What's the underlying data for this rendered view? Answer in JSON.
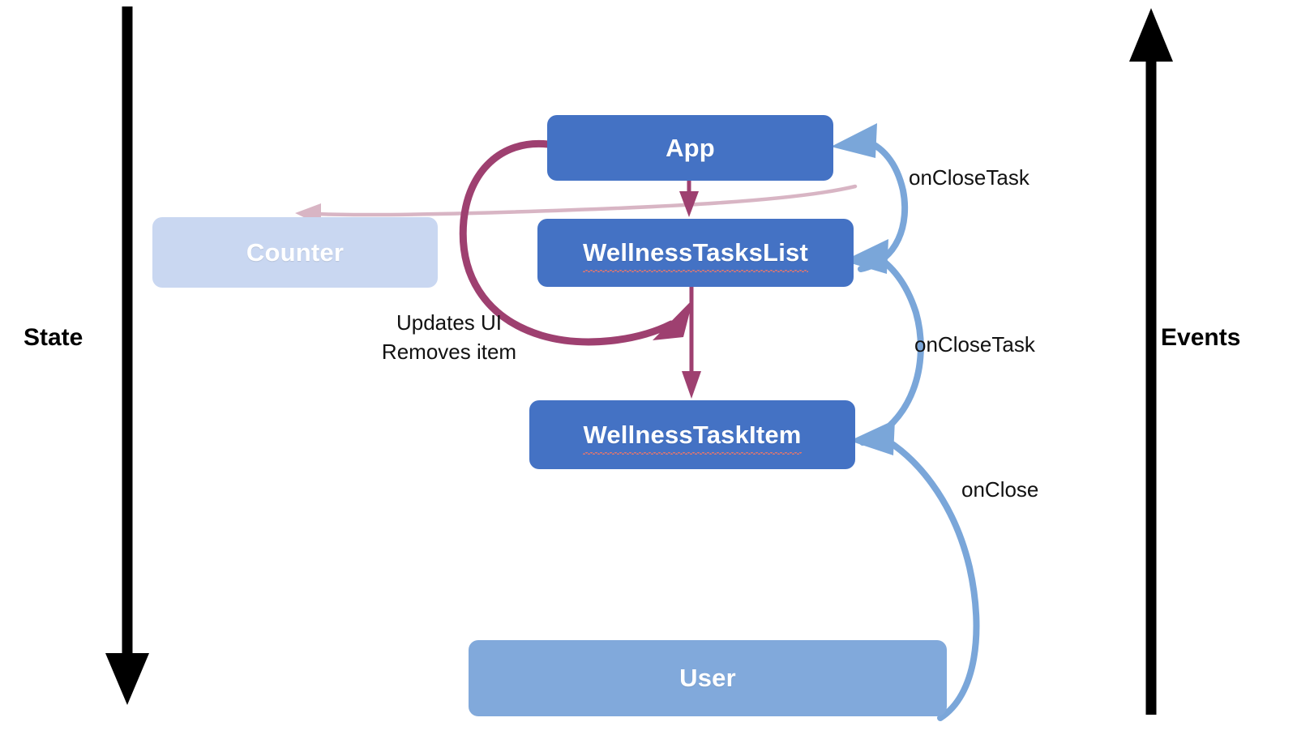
{
  "diagram": {
    "title_semantics": "React unidirectional data flow: state flows down, events flow up",
    "axes": {
      "left": {
        "label": "State",
        "direction": "down",
        "color": "#000000"
      },
      "right": {
        "label": "Events",
        "direction": "up",
        "color": "#000000"
      }
    },
    "nodes": [
      {
        "id": "app",
        "label": "App",
        "fill": "#4472C4",
        "text_color": "#ffffff",
        "spellcheck_underline": false
      },
      {
        "id": "list",
        "label": "WellnessTasksList",
        "fill": "#4472C4",
        "text_color": "#ffffff",
        "spellcheck_underline": true
      },
      {
        "id": "item",
        "label": "WellnessTaskItem",
        "fill": "#4472C4",
        "text_color": "#ffffff",
        "spellcheck_underline": true
      },
      {
        "id": "counter",
        "label": "Counter",
        "fill": "#C9D7F1",
        "text_color": "#ffffff",
        "spellcheck_underline": false
      },
      {
        "id": "user",
        "label": "User",
        "fill": "#81A9DB",
        "text_color": "#ffffff",
        "spellcheck_underline": false
      }
    ],
    "edges": [
      {
        "id": "app-to-list",
        "from": "app",
        "to": "list",
        "label": "",
        "color": "#9E4070",
        "style": "straight-down"
      },
      {
        "id": "list-to-item",
        "from": "list",
        "to": "item",
        "label": "",
        "color": "#9E4070",
        "style": "straight-down"
      },
      {
        "id": "app-to-counter",
        "from": "app",
        "to": "counter",
        "label": "",
        "color": "#D8B5C4",
        "style": "faded-left"
      },
      {
        "id": "app-updates-list",
        "from": "app",
        "to": "list",
        "label": "Updates UI\nRemoves item",
        "color": "#9E4070",
        "style": "loop-left"
      },
      {
        "id": "list-to-app",
        "from": "list",
        "to": "app",
        "label": "onCloseTask",
        "color": "#7AA6D9",
        "style": "curve-right"
      },
      {
        "id": "item-to-list",
        "from": "item",
        "to": "list",
        "label": "onCloseTask",
        "color": "#7AA6D9",
        "style": "curve-right"
      },
      {
        "id": "user-to-item",
        "from": "user",
        "to": "item",
        "label": "onClose",
        "color": "#7AA6D9",
        "style": "curve-right"
      }
    ],
    "annotations": {
      "updates_line1": "Updates UI",
      "updates_line2": "Removes item",
      "event_label_1": "onCloseTask",
      "event_label_2": "onCloseTask",
      "event_label_3": "onClose"
    },
    "colors": {
      "component_blue": "#4472C4",
      "user_blue": "#81A9DB",
      "counter_blue": "#C9D7F1",
      "event_arrow_blue": "#7AA6D9",
      "state_arrow_maroon": "#9E4070",
      "faded_maroon": "#D8B5C4",
      "axis_black": "#000000",
      "background": "#FFFFFF"
    }
  }
}
